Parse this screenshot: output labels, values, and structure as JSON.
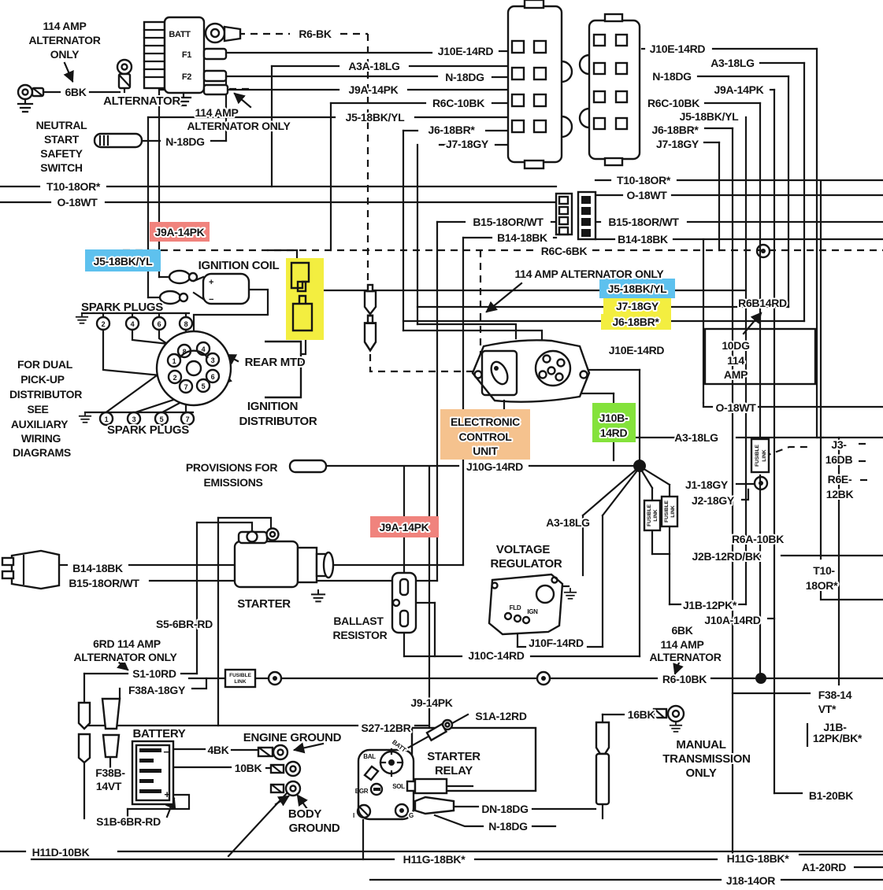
{
  "colors": {
    "red": "#f0837d",
    "blue": "#5ec1ee",
    "yellow": "#f3ee40",
    "green": "#84e23b",
    "orange": "#f5c28e",
    "line": "#151515"
  },
  "labels": {
    "note114a_1": "114 AMP",
    "note114a_2": "ALTERNATOR",
    "note114a_3": "ONLY",
    "w6bk": "6BK",
    "alternator": "ALTERNATOR",
    "batt": "BATT",
    "f1": "F1",
    "f2": "F2",
    "note114b_1": "114 AMP",
    "note114b_2": "ALTERNATOR ONLY",
    "neutral_1": "NEUTRAL",
    "neutral_2": "START",
    "neutral_3": "SAFETY",
    "neutral_4": "SWITCH",
    "n18dg_a": "N-18DG",
    "r6bk": "R6-BK",
    "j10e_l": "J10E-14RD",
    "a3a18lg": "A3A-18LG",
    "n18dg_b": "N-18DG",
    "j9a_l": "J9A-14PK",
    "r6c_l": "R6C-10BK",
    "j5_l": "J5-18BK/YL",
    "j6_l": "J6-18BR*",
    "j7_l": "J7-18GY",
    "j10e_r": "J10E-14RD",
    "a318lg_r": "A3-18LG",
    "n18dg_c": "N-18DG",
    "j9a_r": "J9A-14PK",
    "r6c_r": "R6C-10BK",
    "j5_r": "J5-18BK/YL",
    "j6_r": "J6-18BR*",
    "j7_r": "J7-18GY",
    "t10_a": "T10-18OR*",
    "o18wt_a": "O-18WT",
    "t10_b": "T10-18OR*",
    "o18wt_b": "O-18WT",
    "b15_a": "B15-18OR/WT",
    "b14_a": "B14-18BK",
    "b15_b": "B15-18OR/WT",
    "b14_b": "B14-18BK",
    "r6c6bk": "R6C-6BK",
    "note114c": "114 AMP ALTERNATOR ONLY",
    "hl_j9a_1": "J9A-14PK",
    "hl_j5_1": "J5-18BK/YL",
    "hl_j5_2": "J5-18BK/YL",
    "hl_j7": "J7-18GY",
    "hl_j6": "J6-18BR*",
    "ignition_coil": "IGNITION COIL",
    "spark_plugs_1": "SPARK PLUGS",
    "spark_plugs_2": "SPARK PLUGS",
    "rear_mtd": "REAR MTD",
    "ign_dist_1": "IGNITION",
    "ign_dist_2": "DISTRIBUTOR",
    "dual_1": "FOR DUAL",
    "dual_2": "PICK-UP",
    "dual_3": "DISTRIBUTOR",
    "dual_4": "SEE",
    "dual_5": "AUXILIARY",
    "dual_6": "WIRING",
    "dual_7": "DIAGRAMS",
    "r6b14rd": "R6B14RD",
    "j10e_m": "J10E-14RD",
    "amp10dg_1": "10DG",
    "amp10dg_2": "114",
    "amp10dg_3": "AMP",
    "o18wt_c": "O-18WT",
    "j10b_1": "J10B-",
    "j10b_2": "14RD",
    "ecu_1": "ELECTRONIC",
    "ecu_2": "CONTROL",
    "ecu_3": "UNIT",
    "a318lg_m": "A3-18LG",
    "j10g": "J10G-14RD",
    "j1": "J1-18GY",
    "j2": "J2-18GY",
    "j3_1": "J3-",
    "j3_2": "16DB",
    "r6e_1": "R6E-",
    "r6e_2": "12BK",
    "fusible_1": "FUSIBLE",
    "fusible_2": "LINK",
    "r6a": "R6A-10BK",
    "j2b": "J2B-12RD/BK",
    "t10c_1": "T10-",
    "t10c_2": "18OR*",
    "a318lg_b": "A3-18LG",
    "hl_j9a_2": "J9A-14PK",
    "vr_1": "VOLTAGE",
    "vr_2": "REGULATOR",
    "fld": "FLD",
    "ign": "IGN",
    "j10f": "J10F-14RD",
    "j10c": "J10C-14RD",
    "ballast_1": "BALLAST",
    "ballast_2": "RESISTOR",
    "j1b_a": "J1B-12PK*",
    "j10a": "J10A-14RD",
    "bk6_1": "6BK",
    "bk6_2": "114 AMP",
    "bk6_3": "ALTERNATOR",
    "r610bk": "R6-10BK",
    "f38_1": "F38-14",
    "f38_2": "VT*",
    "j1b_b1": "J1B-",
    "j1b_b2": "12PK/BK*",
    "b14_c": "B14-18BK",
    "b15_c": "B15-18OR/WT",
    "s5": "S5-6BR-RD",
    "starter": "STARTER",
    "rd6_1": "6RD 114 AMP",
    "rd6_2": "ALTERNATOR ONLY",
    "s110rd": "S1-10RD",
    "f38a": "F38A-18GY",
    "battery": "BATTERY",
    "bk4": "4BK",
    "bk10": "10BK",
    "f38b_1": "F38B-",
    "f38b_2": "14VT",
    "s1b": "S1B-6BR-RD",
    "eng_gnd": "ENGINE GROUND",
    "body_1": "BODY",
    "body_2": "GROUND",
    "j914pk": "J9-14PK",
    "s27": "S27-12BR",
    "s1a": "S1A-12RD",
    "relay_1": "STARTER",
    "relay_2": "RELAY",
    "bal": "BAL",
    "batt2": "BATT",
    "sol": "SOL",
    "egr": "EGR",
    "term_i": "I",
    "term_g": "G",
    "dn18dg": "DN-18DG",
    "n18dg_d": "N-18DG",
    "bk16": "16BK",
    "man_1": "MANUAL",
    "man_2": "TRANSMISSION",
    "man_3": "ONLY",
    "b120bk": "B1-20BK",
    "h11d": "H11D-10BK",
    "h11g_a": "H11G-18BK*",
    "h11g_b": "H11G-18BK*",
    "a120rd": "A1-20RD",
    "j18": "J18-14OR",
    "provisions_1": "PROVISIONS FOR",
    "provisions_2": "EMISSIONS",
    "plus": "+",
    "minus": "−"
  },
  "spark_top": [
    "2",
    "4",
    "6",
    "8"
  ],
  "spark_bottom": [
    "1",
    "3",
    "5",
    "7"
  ],
  "dist_numbers": [
    "8",
    "4",
    "1",
    "3",
    "2",
    "6",
    "7",
    "5"
  ]
}
